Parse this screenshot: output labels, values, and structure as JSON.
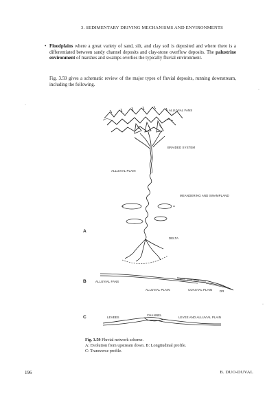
{
  "header": "3. SEDIMENTARY DRIVING MECHANISMS AND ENVIRONMENTS",
  "paragraph1": {
    "bullet": "•",
    "term": "Floodplains",
    "text": " where a great variety of sand, silt, and clay soil is deposited and where there is a differentiated between sandy channel deposits and clay-stone overflow deposits. The ",
    "term2": "palustrine environment",
    "text2": " of marshes and swamps overlies the typically fluvial environment."
  },
  "paragraph2": "Fig. 3.59 gives a schematic review of the major types of fluvial deposits, running downstream, including the following.",
  "figure": {
    "labels": {
      "alluvial_fans": "ALLUVIAL FANS",
      "braided_system": "BRAIDED SYSTEM",
      "alluvial_plain": "ALLUVIAL PLAIN",
      "meandering": "MEANDERING AND SWAMPLAND",
      "delta": "DELTA",
      "alluvial_fans_b": "ALLUVIAL FANS",
      "alluvial_plain_b": "ALLUVIAL PLAIN",
      "coastal_plain": "COASTAL PLAIN",
      "dr": "DR",
      "levees": "LEVEES",
      "channel": "CHANNEL",
      "levee_alluvial": "LEVEE AND ALLUVIAL PLAIN"
    },
    "panels": [
      "A",
      "B",
      "C"
    ]
  },
  "caption": {
    "title": "Fig. 3.59",
    "title_text": " Fluvial network scheme.",
    "line_a": "A: Evolution from upstream down. B: Longitudinal profile.",
    "line_c": "C: Transverse profile."
  },
  "folio_left": "196",
  "folio_right": "B. DUO-DUVAL"
}
